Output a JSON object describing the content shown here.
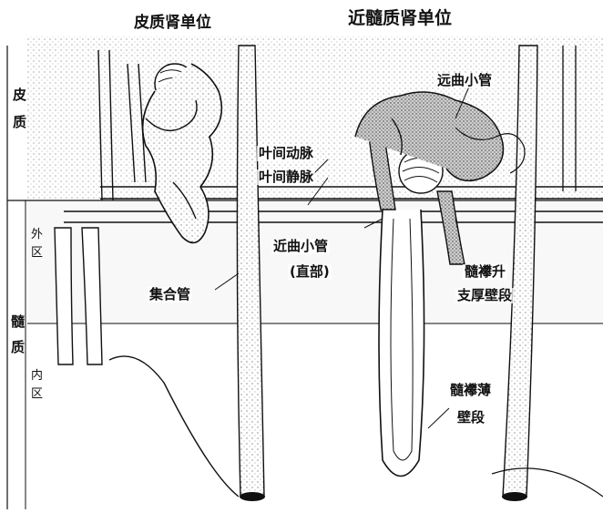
{
  "titles": {
    "cortical_nephron": "皮质肾单位",
    "juxtamedullary_nephron": "近髓质肾单位"
  },
  "zones": {
    "cortex_char_1": "皮",
    "cortex_char_2": "质",
    "medulla_char_1": "髓",
    "medulla_char_2": "质",
    "outer_zone_char_1": "外",
    "outer_zone_char_2": "区",
    "inner_zone_char_1": "内",
    "inner_zone_char_2": "区"
  },
  "labels": {
    "distal_convoluted_tubule": "远曲小管",
    "interlobular_artery": "叶间动脉",
    "interlobular_vein": "叶间静脉",
    "proximal_convoluted_tubule": "近曲小管",
    "straight_part": "(直部)",
    "collecting_duct": "集合管",
    "thick_ascending_limb_1": "髓襻升",
    "thick_ascending_limb_2": "支厚壁段",
    "thin_segment_1": "髓襻薄",
    "thin_segment_2": "壁段"
  },
  "colors": {
    "ink": "#111111",
    "cortex_fill": "#d9d9d9",
    "medulla_fill": "#f1f1f1"
  }
}
